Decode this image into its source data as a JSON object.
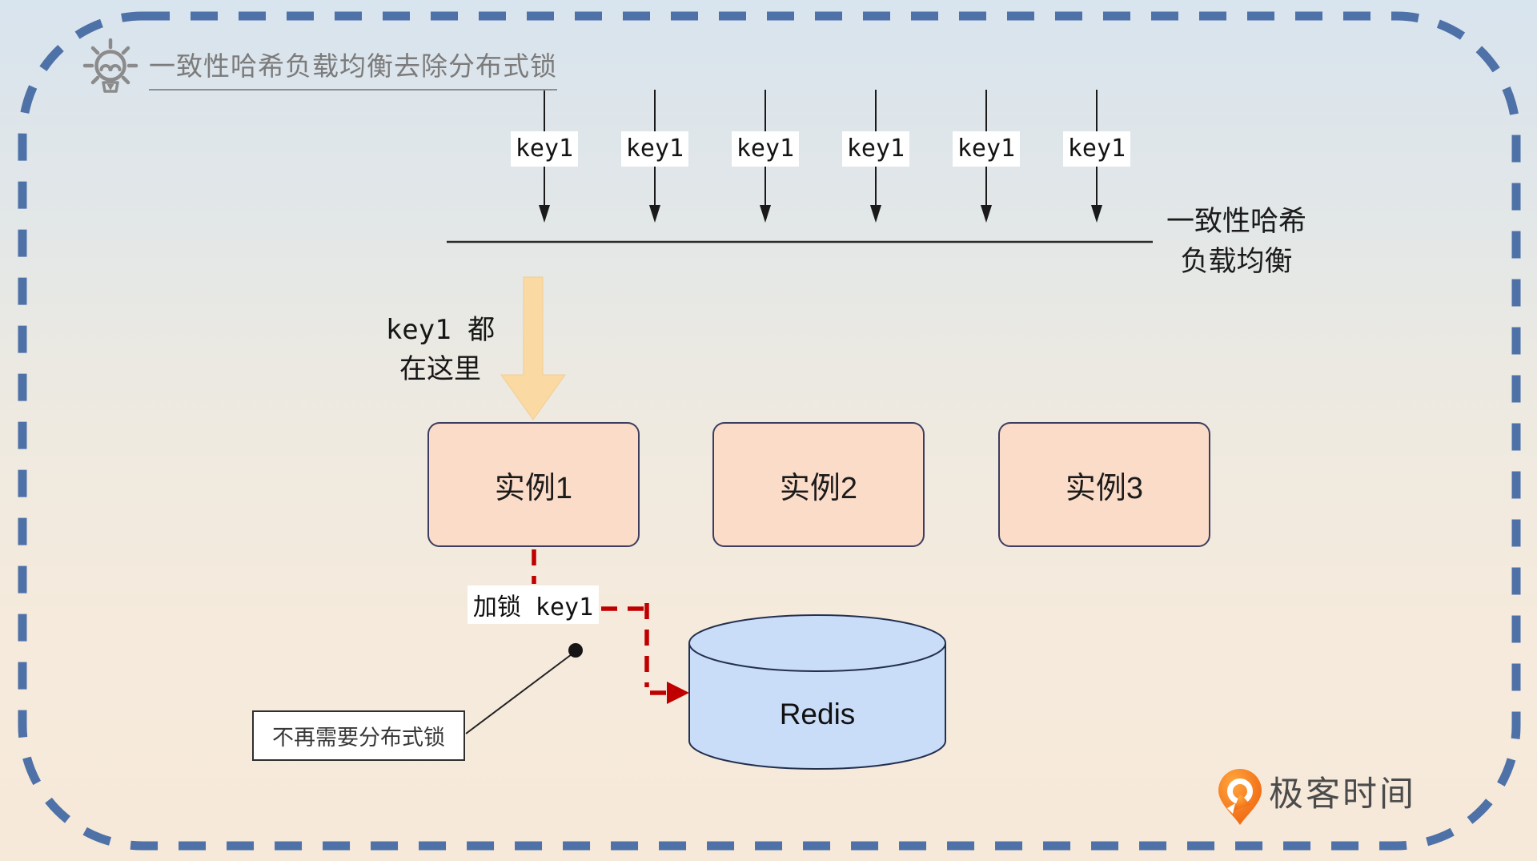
{
  "title": {
    "text": "一致性哈希负载均衡去除分布式锁"
  },
  "flow": {
    "keys": [
      "key1",
      "key1",
      "key1",
      "key1",
      "key1",
      "key1"
    ],
    "hash_label": {
      "line1": "一致性哈希",
      "line2": "负载均衡"
    },
    "funnel_note": {
      "line1": "key1 都",
      "line2": "在这里"
    }
  },
  "instances": [
    {
      "label": "实例1"
    },
    {
      "label": "实例2"
    },
    {
      "label": "实例3"
    }
  ],
  "lock": {
    "label": "加锁 key1",
    "note": "不再需要分布式锁"
  },
  "redis": {
    "label": "Redis"
  },
  "logo": {
    "text": "极客时间"
  },
  "colors": {
    "border_dash": "#4E71A8",
    "connector_red": "#C00000",
    "instance_fill": "#FBDCC8",
    "instance_border": "#3D3D60",
    "funnel_arrow_fill": "#FBD9A2",
    "redis_fill": "#C9DCF8",
    "redis_border": "#23304F",
    "title_gray": "#7B7B7B",
    "logo_orange": "#F57B1F"
  }
}
